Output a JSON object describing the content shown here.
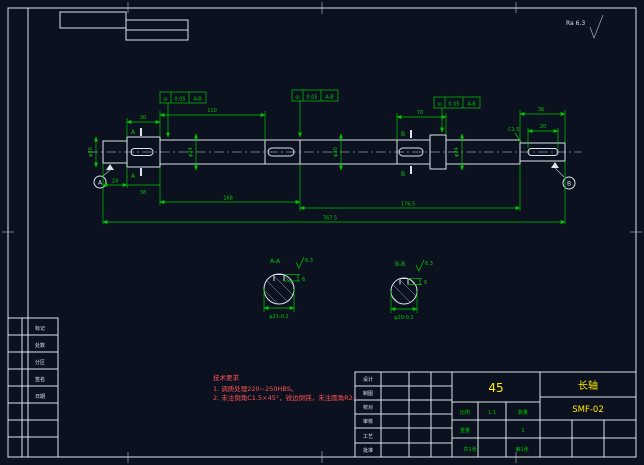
{
  "labels": {
    "ra": "Ra 6.3",
    "chamfer": "C1.5"
  },
  "gdt": {
    "b1": {
      "sym": "◎",
      "val": "0.05",
      "dat": "A-B"
    },
    "b2": {
      "sym": "◎",
      "val": "0.05",
      "dat": "A-B"
    },
    "b3": {
      "sym": "◎",
      "val": "0.05",
      "dat": "A-B"
    }
  },
  "dia": {
    "left": "φ20",
    "d1": "φ24",
    "d2": "φ30",
    "d3": "φ24"
  },
  "marks": {
    "a": "A",
    "b": "B",
    "datum_a": "A",
    "datum_b": "B"
  },
  "dims_top": {
    "d30": "30",
    "d110": "110",
    "d70": "70",
    "d36": "36",
    "d20": "20"
  },
  "dims_bottom": {
    "d24": "24",
    "d38": "38",
    "d168": "168",
    "d176": "176.5",
    "total": "767.5"
  },
  "secA": {
    "title": "A-A",
    "dia": "φ21-0.2",
    "w": "6",
    "ra": "6.3"
  },
  "secB": {
    "title": "B-B",
    "dia": "φ20-0.2",
    "w": "6",
    "ra": "6.3"
  },
  "notes": {
    "heading": "技术要求",
    "l1": "1. 调质处理220~250HBS。",
    "l2": "2. 未注倒角C1.5×45°，锐边倒钝，未注圆角R2。"
  },
  "title_block": {
    "material": "45",
    "part_name": "长轴",
    "drawing_no": "SMF-02",
    "rows": [
      "设计",
      "制图",
      "校对",
      "审核",
      "工艺",
      "批准"
    ],
    "scale_label": "比例",
    "scale": "1:1",
    "qty_label": "数量",
    "qty": "1",
    "weight_label": "重量",
    "sheet": "共1张",
    "page": "第1张"
  },
  "margin": {
    "rows": [
      "标记",
      "处数",
      "分区",
      "签名",
      "日期"
    ]
  }
}
